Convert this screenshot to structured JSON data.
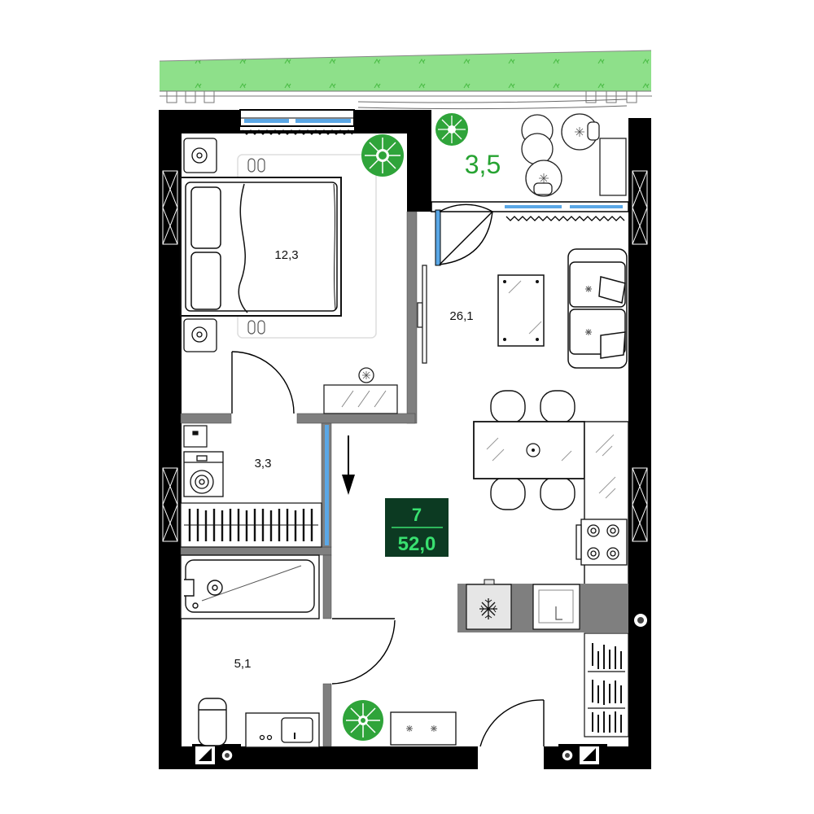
{
  "plan": {
    "apartment_number": "7",
    "total_area": "52,0",
    "rooms": {
      "bedroom": "12,3",
      "living_kitchen": "26,1",
      "wardrobe_laundry": "3,3",
      "bathroom": "5,1",
      "balcony": "3,5"
    }
  },
  "colors": {
    "wall": "#000000",
    "partition": "#7f7f7f",
    "window_glass": "#5aa7e6",
    "lawn": "#8ee08a",
    "plant": "#2fa43a",
    "badge_bg": "#0c3a22",
    "badge_text": "#39e070",
    "balcony_label": "#27a332"
  },
  "icons": [
    "bed-icon",
    "nightstand-icon",
    "slippers-icon",
    "plant-icon",
    "dresser-icon",
    "washing-machine-icon",
    "boiler-icon",
    "closet-rail-icon",
    "bathtub-icon",
    "toilet-icon",
    "sink-icon",
    "sofa-icon",
    "coffee-table-icon",
    "dining-table-icon",
    "chair-icon",
    "cooktop-icon",
    "fridge-icon",
    "kitchen-sink-icon",
    "entry-arrow-icon",
    "ventilation-icon",
    "round-table-icon"
  ]
}
